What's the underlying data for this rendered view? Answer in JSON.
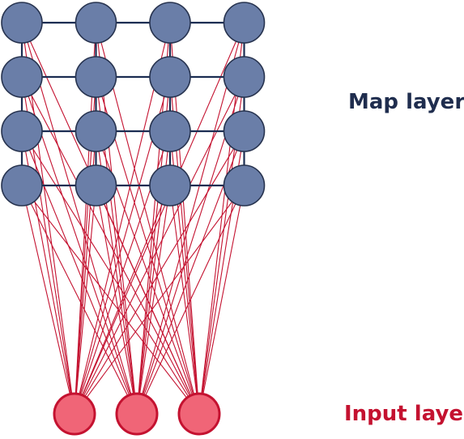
{
  "labels": {
    "map_layer": "Map layer",
    "input_layer": "Input layer"
  },
  "colors": {
    "map_node_fill": "#6a7ea8",
    "map_node_stroke": "#27334f",
    "grid_line": "#1b2d52",
    "input_node_fill": "#f06577",
    "input_node_stroke": "#c41230",
    "connection": "#c41230",
    "map_label": "#1f2d4e",
    "input_label": "#c41230"
  },
  "map_layer": {
    "rows": 4,
    "cols": 4
  },
  "input_layer": {
    "count": 3
  },
  "connections": "full"
}
